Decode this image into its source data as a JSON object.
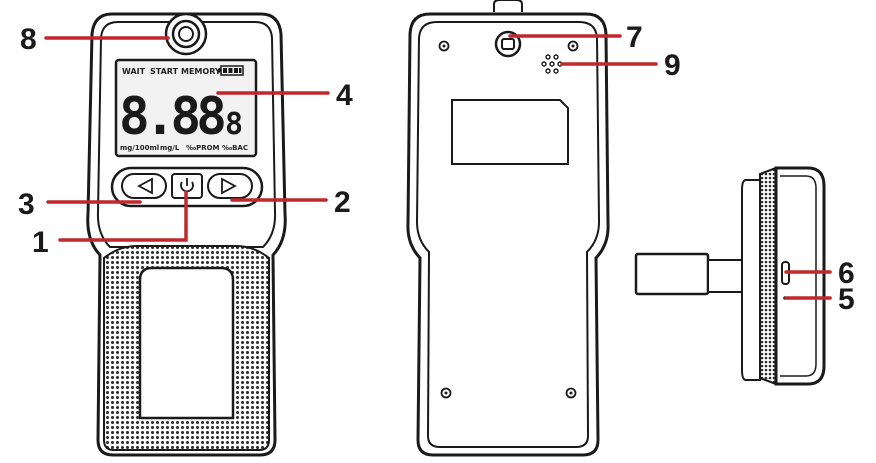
{
  "lcd": {
    "indicators": [
      "WAIT",
      "START",
      "MEMORY"
    ],
    "reading": "8.88",
    "small_digit": "8",
    "units": [
      "mg/100ml",
      "mg/L",
      "‰PROM",
      "‰BAC"
    ]
  },
  "callouts": {
    "c1": "1",
    "c2": "2",
    "c3": "3",
    "c4": "4",
    "c5": "5",
    "c6": "6",
    "c7": "7",
    "c8": "8",
    "c9": "9"
  },
  "colors": {
    "callout_line": "#c0282d",
    "outline": "#1a1a1a",
    "body_fill": "#ffffff",
    "grip_fill": "#3a3a3a",
    "lcd_fill": "#f2f2f2"
  },
  "icons": {
    "left_button": "triangle-left-icon",
    "power_button": "power-icon",
    "right_button": "triangle-right-icon"
  }
}
